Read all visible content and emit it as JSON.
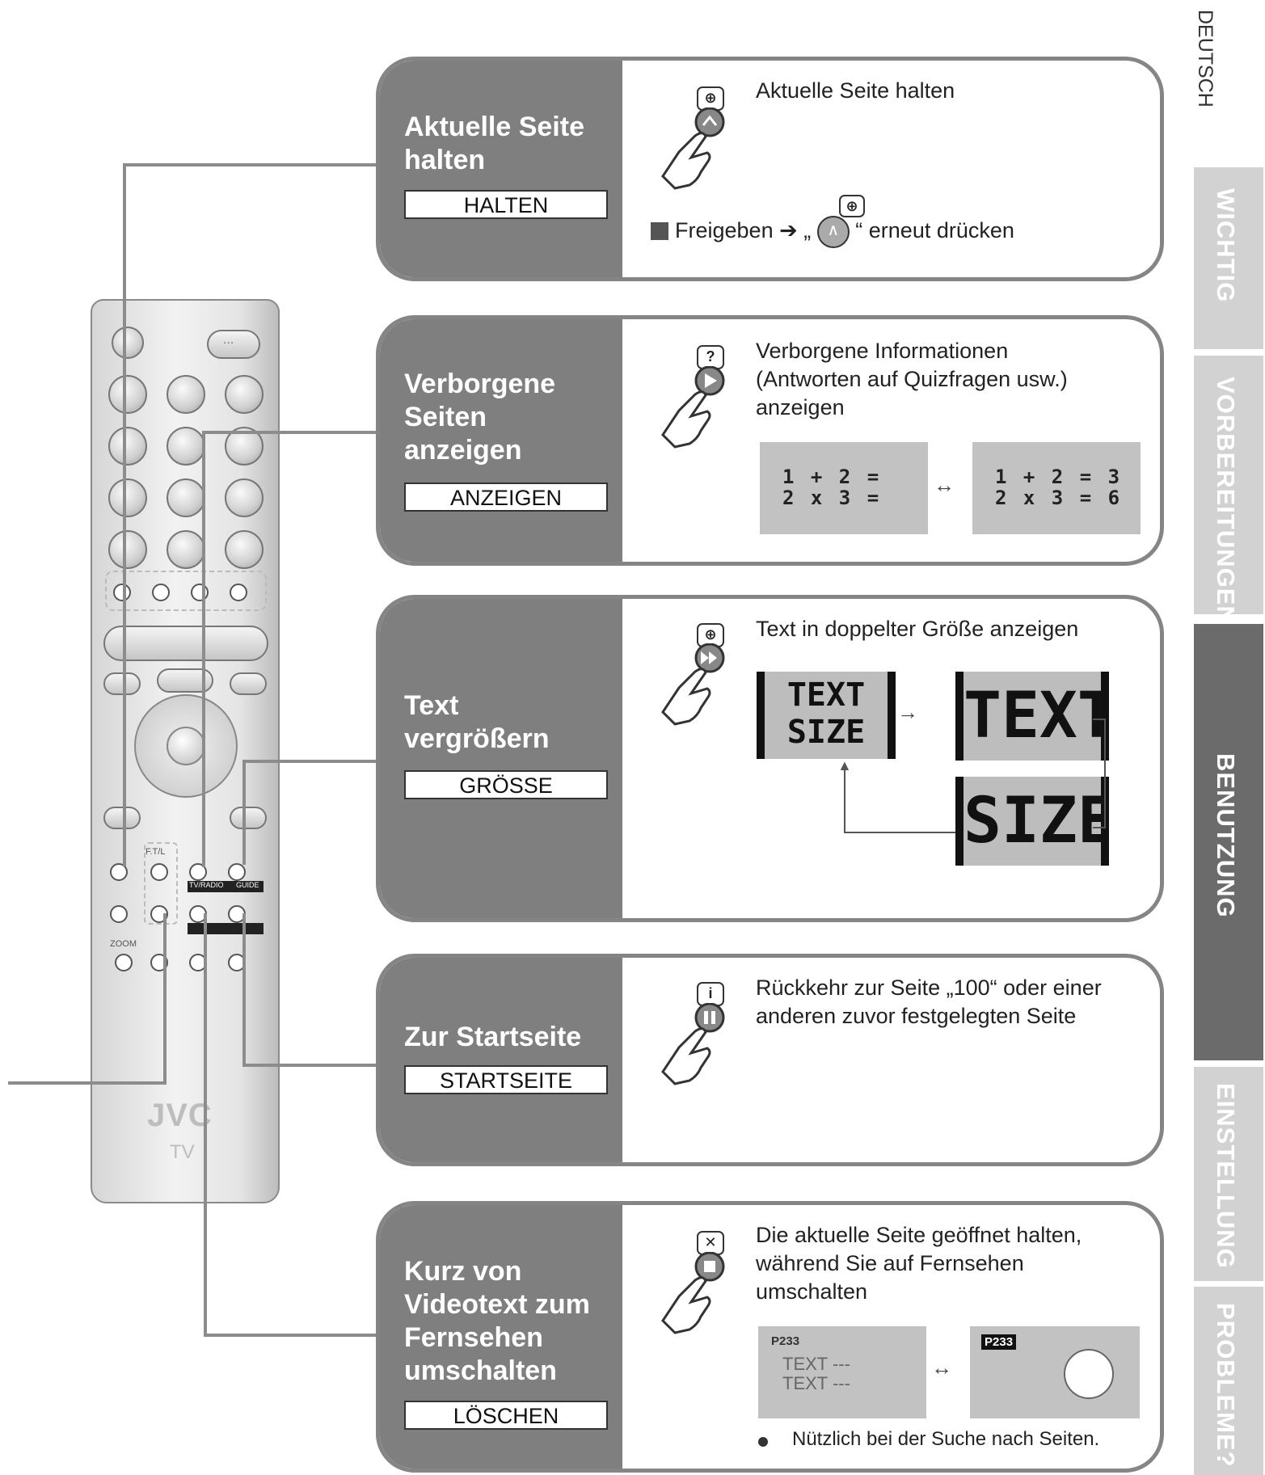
{
  "side": {
    "language": "DEUTSCH",
    "tabs": [
      {
        "label": "WICHTIG",
        "active": false
      },
      {
        "label": "VORBEREITUNGEN",
        "active": false
      },
      {
        "label": "BENUTZUNG",
        "active": true
      },
      {
        "label": "EINSTELLUNG",
        "active": false
      },
      {
        "label": "PROBLEME?",
        "active": false
      }
    ]
  },
  "remote": {
    "brand": "JVC",
    "model_label": "TV",
    "dots_label": "...",
    "labels": {
      "ftl": "F.T/L",
      "tvradio": "TV/RADIO",
      "guide": "GUIDE",
      "zoom": "ZOOM"
    }
  },
  "panels": [
    {
      "title": [
        "Aktuelle Seite",
        "halten"
      ],
      "badge": "HALTEN",
      "icon": "hold-icon",
      "description": [
        "Aktuelle Seite halten"
      ],
      "release": {
        "prefix": "Freigeben",
        "quote_open": "„",
        "quote_close": "“ erneut drücken"
      }
    },
    {
      "title": [
        "Verborgene",
        "Seiten",
        "anzeigen"
      ],
      "badge": "ANZEIGEN",
      "icon": "reveal-icon",
      "description": [
        "Verborgene Informationen",
        "(Antworten auf Quizfragen usw.)",
        "anzeigen"
      ],
      "screens": {
        "before": [
          "1 + 2 =",
          "2 x 3 ="
        ],
        "after": [
          "1 + 2 = 3",
          "2 x 3 = 6"
        ]
      }
    },
    {
      "title": [
        "Text",
        "vergrößern"
      ],
      "badge": "GRÖSSE",
      "icon": "size-icon",
      "description": [
        "Text in doppelter Größe anzeigen"
      ],
      "textsize": {
        "word1": "TEXT",
        "word2": "SIZE"
      }
    },
    {
      "title": [
        "Zur Startseite"
      ],
      "badge": "STARTSEITE",
      "icon": "index-icon",
      "description": [
        "Rückkehr zur Seite „100“ oder einer",
        "anderen zuvor festgelegten Seite"
      ]
    },
    {
      "title": [
        "Kurz von",
        "Videotext zum",
        "Fernsehen",
        "umschalten"
      ],
      "badge": "LÖSCHEN",
      "icon": "cancel-icon",
      "description": [
        "Die aktuelle Seite geöffnet halten,",
        "während Sie auf Fernsehen",
        "umschalten"
      ],
      "screens": {
        "page": "P233",
        "line1": "TEXT ---",
        "line2": "TEXT ---"
      },
      "note": "Nützlich bei der Suche nach Seiten."
    }
  ]
}
